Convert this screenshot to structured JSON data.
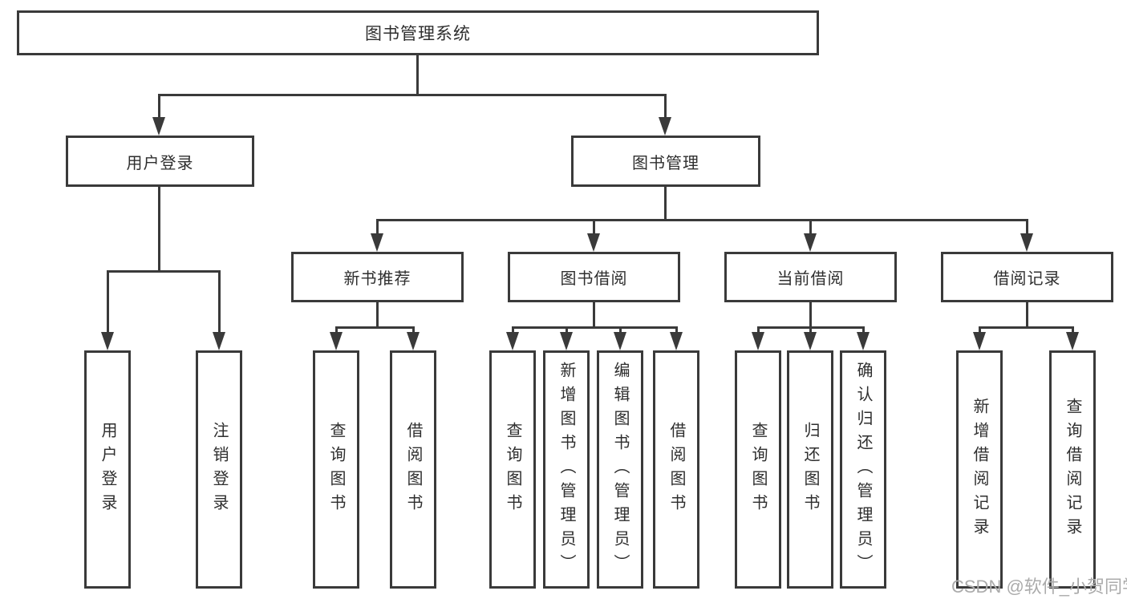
{
  "tree": {
    "label": "图书管理系统",
    "children": [
      {
        "label": "用户登录",
        "children": [
          {
            "label": "用户登录"
          },
          {
            "label": "注销登录"
          }
        ]
      },
      {
        "label": "图书管理",
        "children": [
          {
            "label": "新书推荐",
            "children": [
              {
                "label": "查询图书"
              },
              {
                "label": "借阅图书"
              }
            ]
          },
          {
            "label": "图书借阅",
            "children": [
              {
                "label": "查询图书"
              },
              {
                "label": "新增图书（管理员）"
              },
              {
                "label": "编辑图书（管理员）"
              },
              {
                "label": "借阅图书"
              }
            ]
          },
          {
            "label": "当前借阅",
            "children": [
              {
                "label": "查询图书"
              },
              {
                "label": "归还图书"
              },
              {
                "label": "确认归还（管理员）"
              }
            ]
          },
          {
            "label": "借阅记录",
            "children": [
              {
                "label": "新增借阅记录"
              },
              {
                "label": "查询借阅记录"
              }
            ]
          }
        ]
      }
    ]
  },
  "watermark": {
    "text": "CSDN @软件_小贺同学"
  },
  "colors": {
    "line": "#3a3a3a",
    "text": "#2e2e2e",
    "watermark": "#ababab",
    "background": "#ffffff"
  }
}
